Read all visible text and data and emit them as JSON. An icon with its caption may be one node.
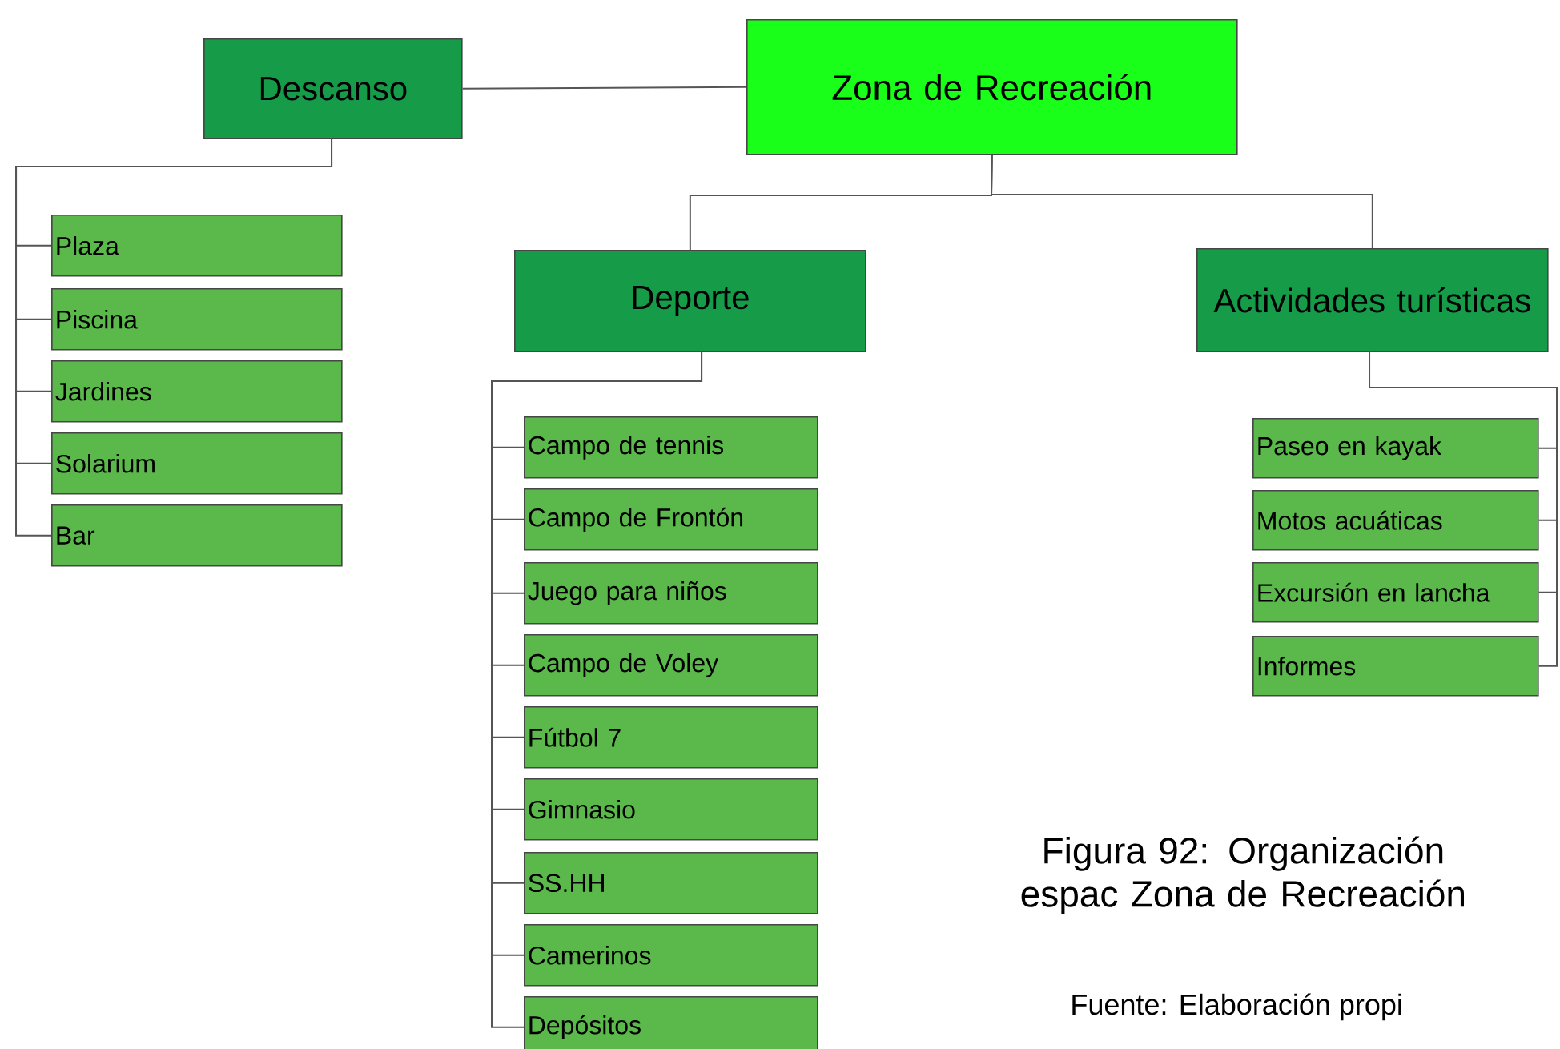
{
  "diagram": {
    "caption": "Figura 92: Organización espac Zona de Recreación",
    "nodes": [
      {
        "text": [
          "Zona de Recreación"
        ]
      },
      {
        "text": [
          "Descanso"
        ]
      },
      {
        "text": [
          "Deporte"
        ]
      },
      {
        "text": [
          "Actividades turísticas"
        ]
      },
      {
        "text": [
          "Plaza"
        ]
      },
      {
        "text": [
          "Piscina"
        ]
      },
      {
        "text": [
          "Jardines"
        ]
      },
      {
        "text": [
          "Solarium"
        ]
      },
      {
        "text": [
          "Bar"
        ]
      },
      {
        "text": [
          "Campo de tennis"
        ]
      },
      {
        "text": [
          "Campo de Frontón"
        ]
      },
      {
        "text": [
          "Juego para niños"
        ]
      },
      {
        "text": [
          "Campo de Voley"
        ]
      },
      {
        "text": [
          "Fútbol 7"
        ]
      },
      {
        "text": [
          "Gimnasio"
        ]
      },
      {
        "text": [
          "SS.HH"
        ]
      },
      {
        "text": [
          "Camerinos"
        ]
      },
      {
        "text": [
          "Depósitos"
        ]
      },
      {
        "text": [
          "Paseo en kayak"
        ]
      },
      {
        "text": [
          "Motos acuáticas"
        ]
      },
      {
        "text": [
          "Excursión en lancha"
        ]
      },
      {
        "text": [
          "Informes"
        ]
      }
    ],
    "edges": [
      {
        "from": 0,
        "to": 1,
        "arrow": "none"
      },
      {
        "from": 0,
        "to": 2,
        "arrow": "none"
      },
      {
        "from": 0,
        "to": 3,
        "arrow": "none"
      },
      {
        "from": 1,
        "to": 4,
        "arrow": "none"
      },
      {
        "from": 1,
        "to": 5,
        "arrow": "none"
      },
      {
        "from": 1,
        "to": 6,
        "arrow": "none"
      },
      {
        "from": 1,
        "to": 7,
        "arrow": "none"
      },
      {
        "from": 1,
        "to": 8,
        "arrow": "none"
      },
      {
        "from": 2,
        "to": 9,
        "arrow": "none"
      },
      {
        "from": 2,
        "to": 10,
        "arrow": "none"
      },
      {
        "from": 2,
        "to": 11,
        "arrow": "none"
      },
      {
        "from": 2,
        "to": 12,
        "arrow": "none"
      },
      {
        "from": 2,
        "to": 13,
        "arrow": "none"
      },
      {
        "from": 2,
        "to": 14,
        "arrow": "none"
      },
      {
        "from": 2,
        "to": 15,
        "arrow": "none"
      },
      {
        "from": 2,
        "to": 16,
        "arrow": "none"
      },
      {
        "from": 2,
        "to": 17,
        "arrow": "none"
      },
      {
        "from": 3,
        "to": 18,
        "arrow": "none"
      },
      {
        "from": 3,
        "to": 19,
        "arrow": "none"
      },
      {
        "from": 3,
        "to": 20,
        "arrow": "none"
      },
      {
        "from": 3,
        "to": 21,
        "arrow": "none"
      }
    ],
    "labels": [
      "Fuente: Elaboración propi"
    ]
  }
}
